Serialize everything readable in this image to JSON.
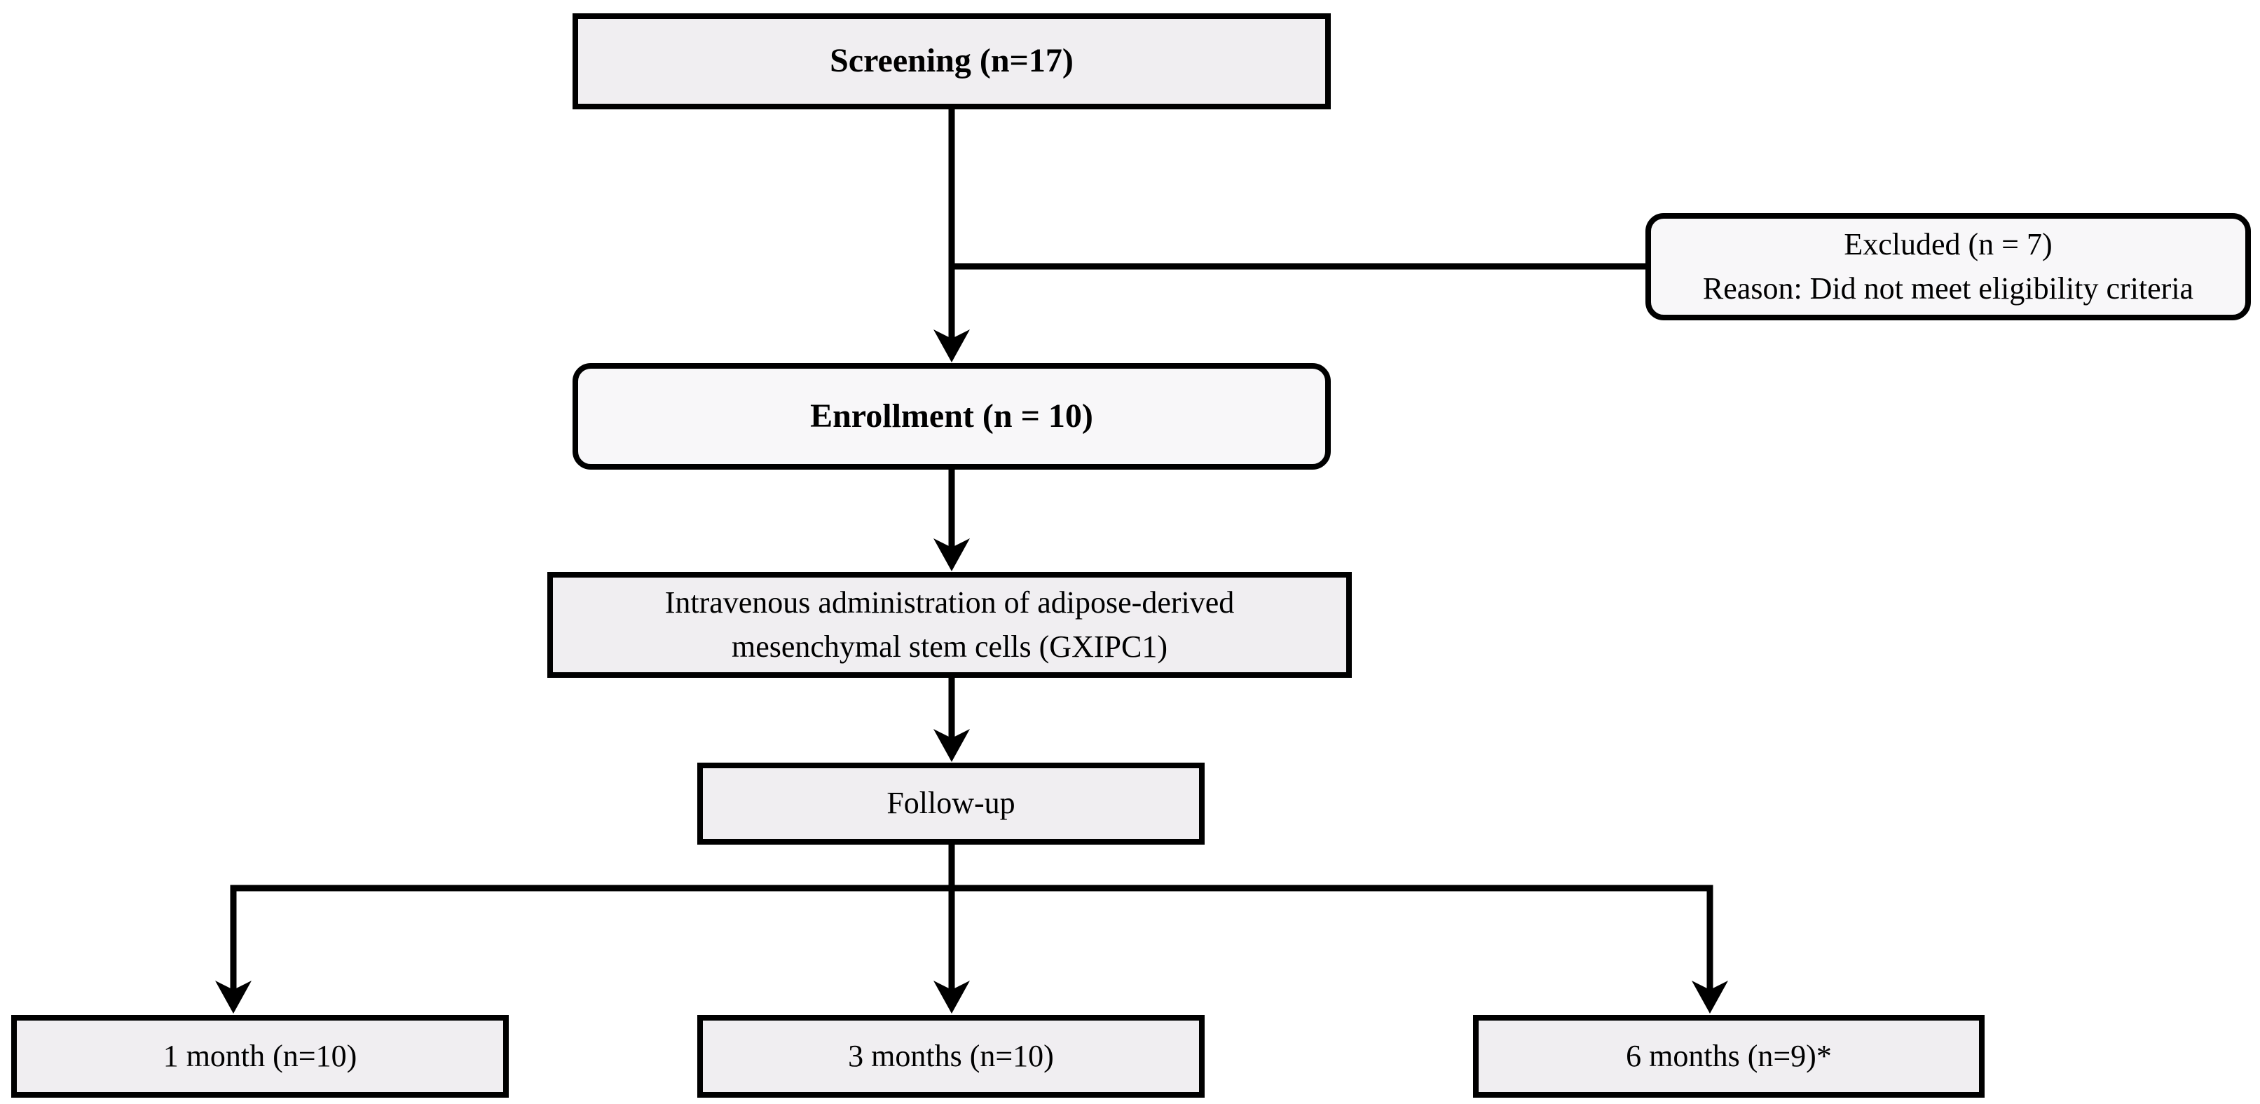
{
  "figure": {
    "nodes": {
      "screening": {
        "label": "Screening (n=17)"
      },
      "excluded": {
        "label": "Excluded (n = 7)\nReason: Did not meet eligibility criteria"
      },
      "enrollment": {
        "label": "Enrollment (n = 10)"
      },
      "intervention": {
        "label": "Intravenous administration of adipose-derived\nmesenchymal stem cells (GXIPC1)"
      },
      "followup": {
        "label": "Follow-up"
      },
      "month1": {
        "label": "1 month (n=10)"
      },
      "month3": {
        "label": "3 months (n=10)"
      },
      "month6": {
        "label": "6 months (n=9)*"
      }
    },
    "colors": {
      "box_fill": "#f0eef1",
      "rounded_box_fill": "#f8f7f9",
      "line": "#000000",
      "background": "#ffffff"
    }
  }
}
